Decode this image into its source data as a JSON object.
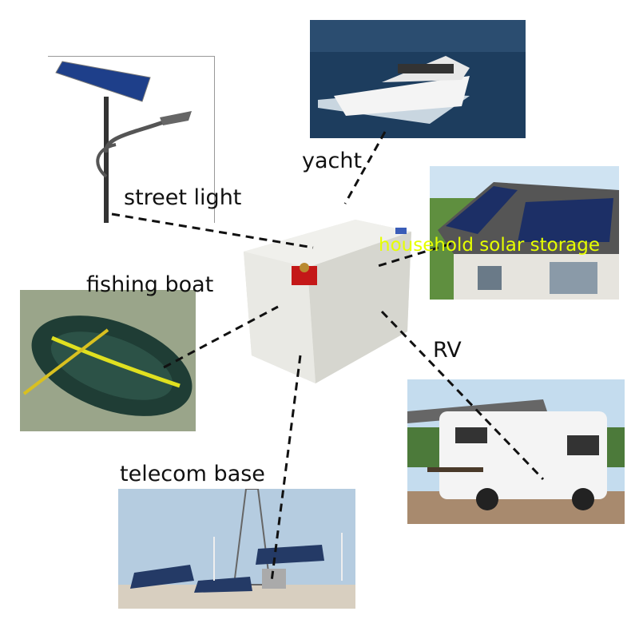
{
  "title": "Battery application scenarios",
  "labels": {
    "street_light": "street light",
    "yacht": "yacht",
    "household": "household solar storage",
    "fishing_boat": "fishing boat",
    "rv": "RV",
    "telecom": "telecom base"
  },
  "colors": {
    "household_label": "#e6ff00",
    "text": "#111111",
    "battery": "#e9e9e4"
  }
}
